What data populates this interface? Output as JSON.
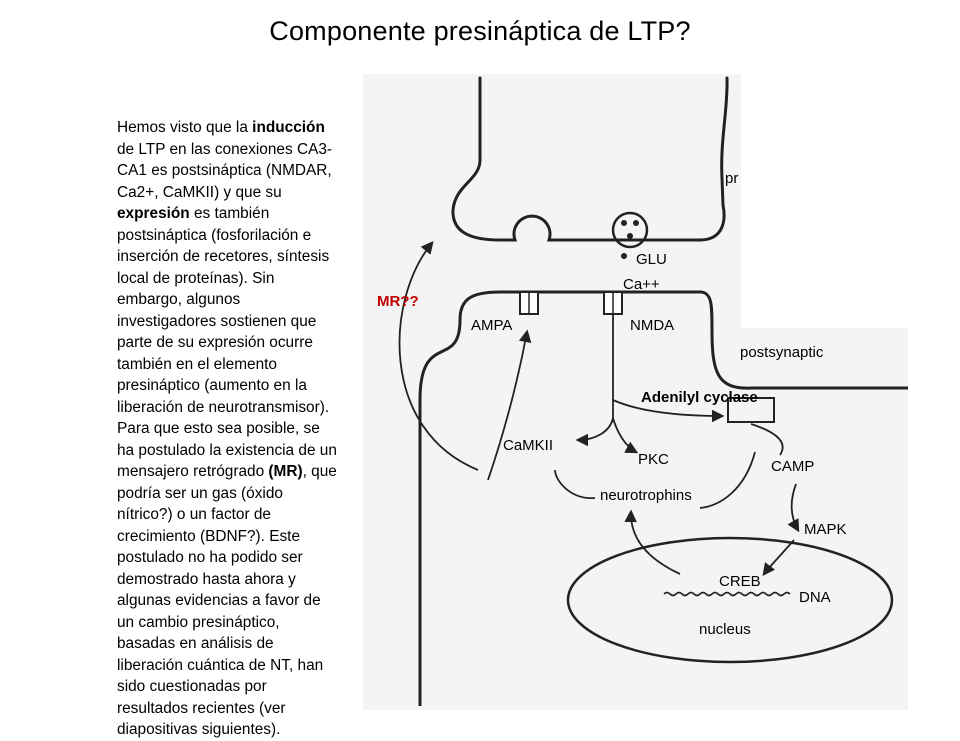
{
  "title": "Componente presináptica de LTP?",
  "paragraph": {
    "t1": "Hemos visto que la ",
    "b1": "inducción",
    "t2": " de LTP en las conexiones CA3-CA1 es postsináptica (NMDAR, Ca2+, CaMKII) y que su ",
    "b2": "expresión",
    "t3": " es también postsináptica (fosforilación e inserción de recetores, síntesis local de proteínas).  Sin embargo, algunos investigadores sostienen que parte de su expresión ocurre también en el elemento presináptico (aumento en la liberación de neurotransmisor). Para que esto sea posible, se ha postulado la existencia de un mensajero retrógrado ",
    "b3": "(MR)",
    "t4": ", que podría ser un gas (óxido nítrico?) o un factor de crecimiento (BDNF?). Este postulado no ha podido ser demostrado hasta ahora y algunas evidencias a favor de un cambio presináptico, basadas en análisis de liberación cuántica de NT, han sido cuestionadas por resultados recientes (ver diapositivas siguientes)."
  },
  "diagram": {
    "pre_label": "pr",
    "glu": "GLU",
    "ca": "Ca++",
    "mr": "MR??",
    "ampa": "AMPA",
    "nmda": "NMDA",
    "postsynaptic": "postsynaptic",
    "adenylyl": "Adenilyl cyclase",
    "camkii": "CaMKII",
    "pkc": "PKC",
    "camp": "CAMP",
    "neurotrophins": "neurotrophins",
    "mapk": "MAPK",
    "creb": "CREB",
    "dna": "DNA",
    "nucleus": "nucleus",
    "mr_color": "#c00000"
  }
}
